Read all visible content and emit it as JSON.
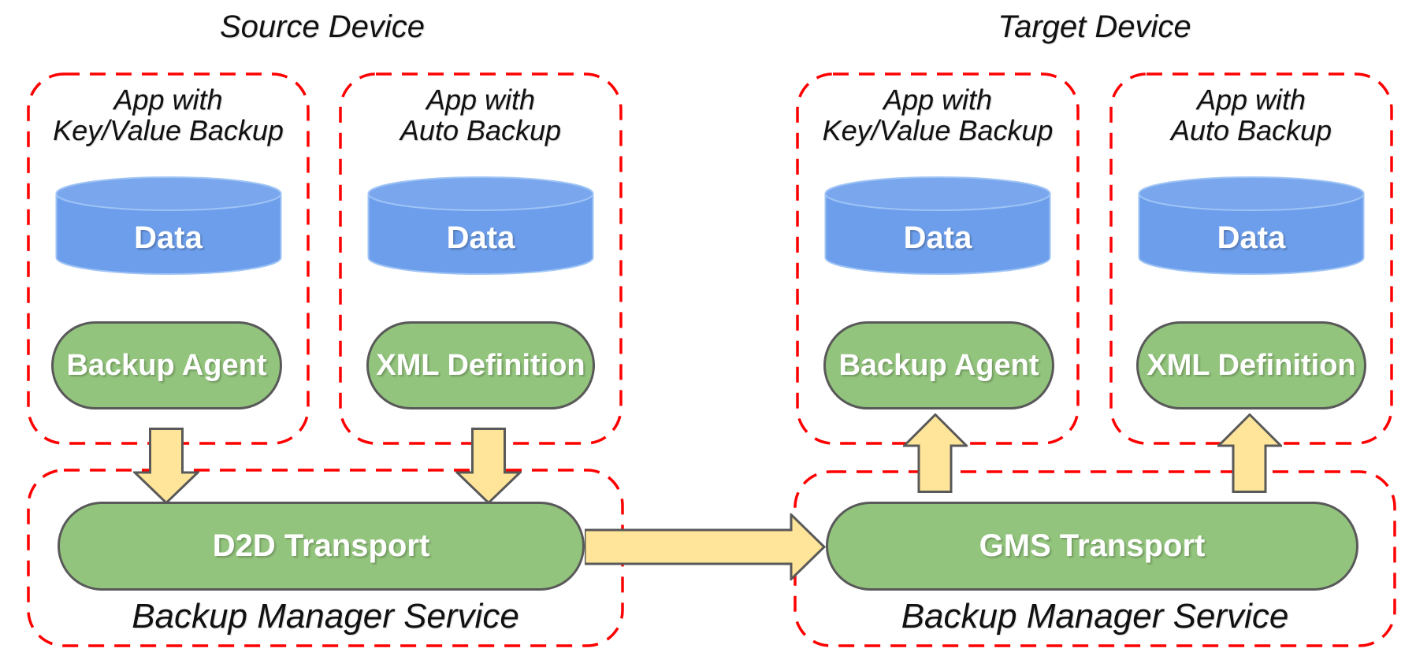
{
  "diagram": {
    "colors": {
      "group_border": "#fe0000",
      "data_cylinder_fill": "#6d9eeb",
      "component_fill": "#93c47d",
      "arrow_fill": "#ffe599",
      "shape_outline": "#595959"
    },
    "source_device": {
      "title": "Source Device",
      "apps": [
        {
          "name_line1": "App with",
          "name_line2": "Key/Value Backup",
          "data_store": "Data",
          "component": "Backup Agent"
        },
        {
          "name_line1": "App with",
          "name_line2": "Auto Backup",
          "data_store": "Data",
          "component": "XML Definition"
        }
      ],
      "backup_manager": {
        "transport": "D2D Transport",
        "service_label": "Backup Manager Service"
      }
    },
    "target_device": {
      "title": "Target Device",
      "apps": [
        {
          "name_line1": "App with",
          "name_line2": "Key/Value Backup",
          "data_store": "Data",
          "component": "Backup Agent"
        },
        {
          "name_line1": "App with",
          "name_line2": "Auto Backup",
          "data_store": "Data",
          "component": "XML Definition"
        }
      ],
      "backup_manager": {
        "transport": "GMS Transport",
        "service_label": "Backup Manager Service"
      }
    }
  }
}
